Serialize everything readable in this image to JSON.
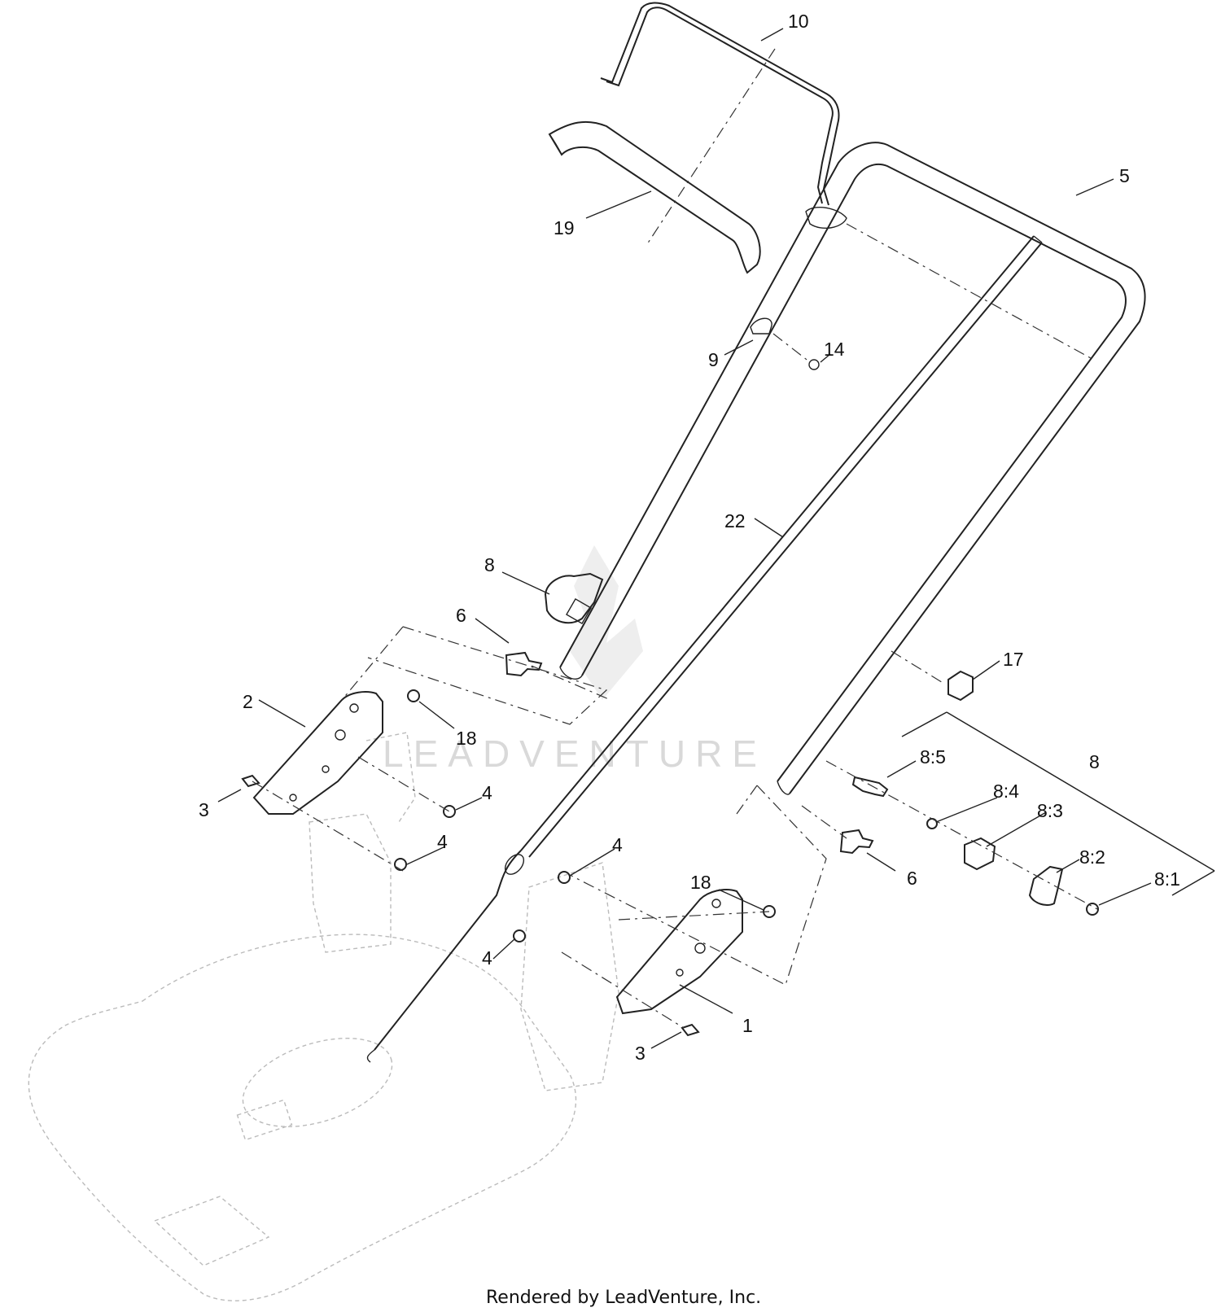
{
  "diagram": {
    "callouts": [
      {
        "id": "c10",
        "label": "10"
      },
      {
        "id": "c5",
        "label": "5"
      },
      {
        "id": "c19",
        "label": "19"
      },
      {
        "id": "c9",
        "label": "9"
      },
      {
        "id": "c14",
        "label": "14"
      },
      {
        "id": "c22",
        "label": "22"
      },
      {
        "id": "c8a",
        "label": "8"
      },
      {
        "id": "c6a",
        "label": "6"
      },
      {
        "id": "c17",
        "label": "17"
      },
      {
        "id": "c2",
        "label": "2"
      },
      {
        "id": "c18a",
        "label": "18"
      },
      {
        "id": "c8b",
        "label": "8"
      },
      {
        "id": "c85",
        "label": "8:5"
      },
      {
        "id": "c3a",
        "label": "3"
      },
      {
        "id": "c4a",
        "label": "4"
      },
      {
        "id": "c84",
        "label": "8:4"
      },
      {
        "id": "c83",
        "label": "8:3"
      },
      {
        "id": "c4b",
        "label": "4"
      },
      {
        "id": "c82",
        "label": "8:2"
      },
      {
        "id": "c4c",
        "label": "4"
      },
      {
        "id": "c81",
        "label": "8:1"
      },
      {
        "id": "c6b",
        "label": "6"
      },
      {
        "id": "c18b",
        "label": "18"
      },
      {
        "id": "c4d",
        "label": "4"
      },
      {
        "id": "c1",
        "label": "1"
      },
      {
        "id": "c3b",
        "label": "3"
      }
    ],
    "watermark": "LEADVENTURE",
    "footer": "Rendered by LeadVenture, Inc."
  }
}
